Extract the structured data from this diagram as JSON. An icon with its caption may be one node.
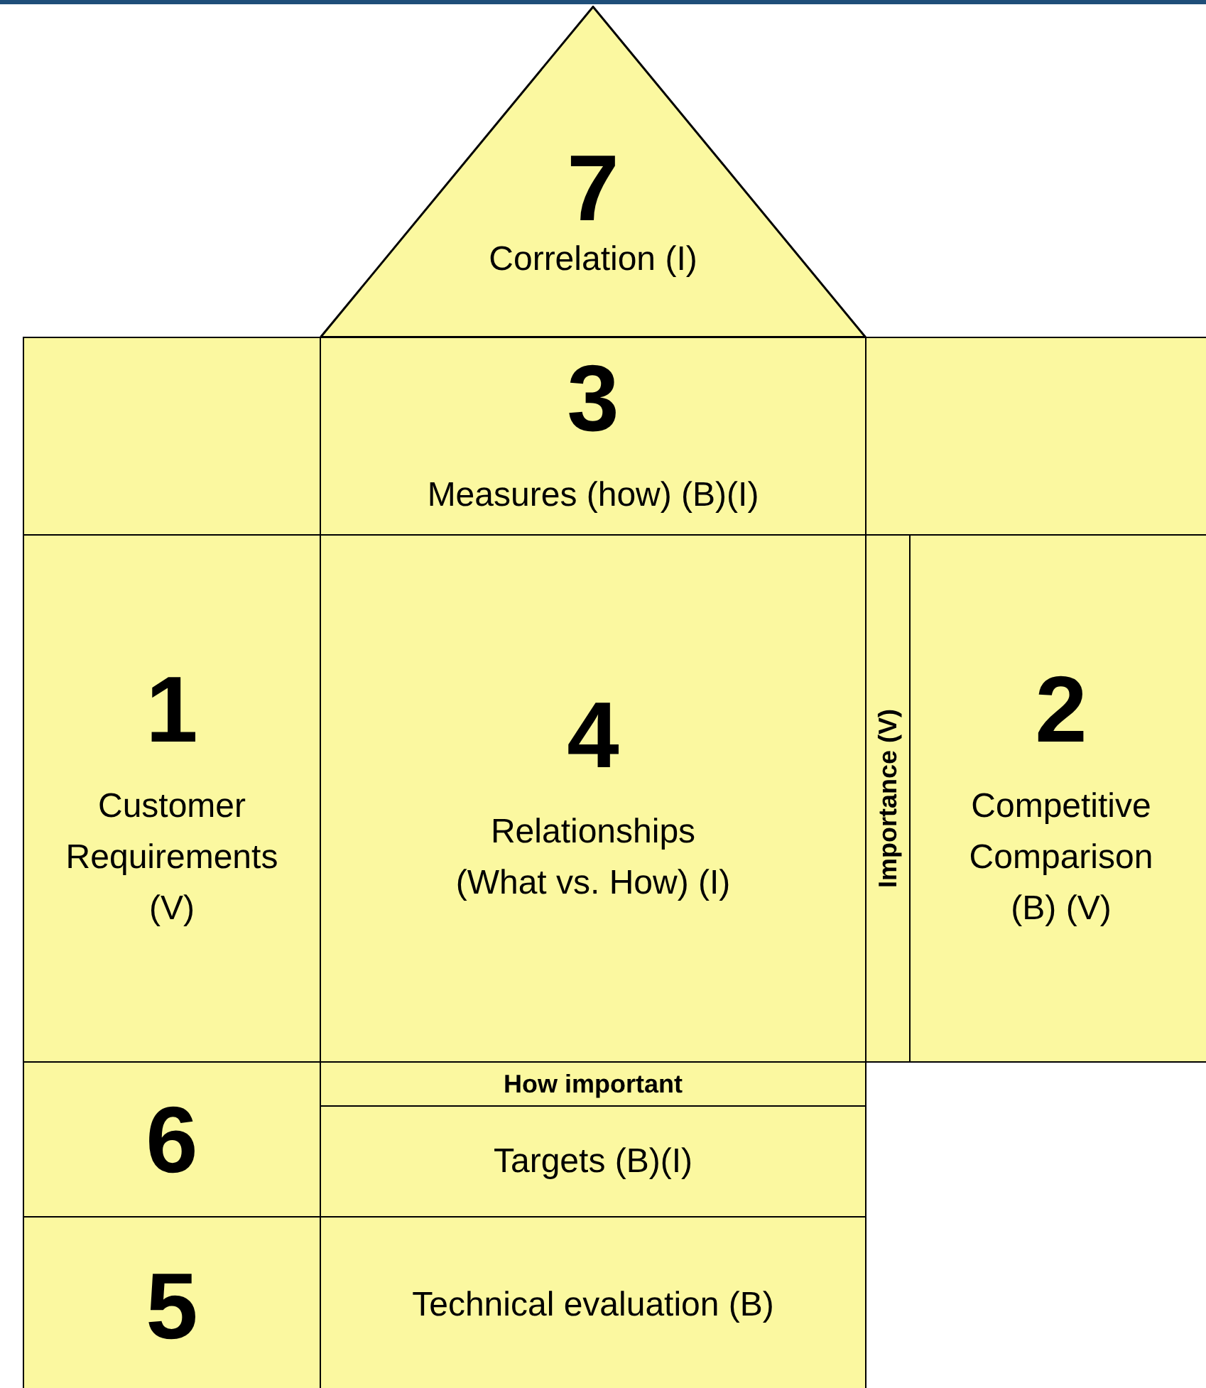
{
  "diagram": {
    "nodes": [
      {
        "text": [
          "7",
          "Correlation (I)"
        ]
      },
      {
        "text": [],
        "shape": "box"
      },
      {
        "text": [
          "3",
          "Measures (how) (B)(I)"
        ]
      },
      {
        "text": [],
        "shape": "box"
      },
      {
        "text": [
          "1",
          "Customer Requirements (V)"
        ]
      },
      {
        "text": [
          "4",
          "Relationships (What vs. How) (I)"
        ]
      },
      {
        "text": [
          "Importance (V)"
        ]
      },
      {
        "text": [
          "2",
          "Competitive Comparison (B) (V)"
        ]
      },
      {
        "text": [
          "6"
        ]
      },
      {
        "text": [
          "How important"
        ]
      },
      {
        "text": [
          "Targets (B)(I)"
        ]
      },
      {
        "text": [
          "5"
        ]
      },
      {
        "text": [
          "Technical evaluation (B)"
        ]
      }
    ]
  }
}
